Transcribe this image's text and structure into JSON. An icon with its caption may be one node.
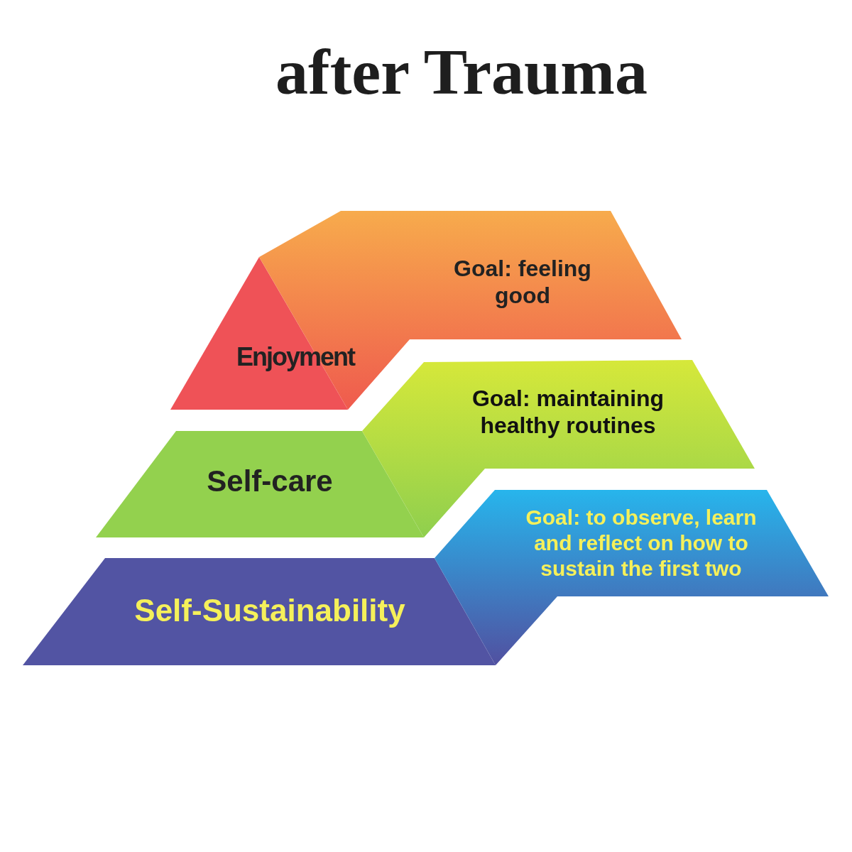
{
  "diagram": {
    "title": "after Trauma",
    "nodes": [
      {
        "text": [
          "Enjoyment"
        ]
      },
      {
        "text": [
          "Goal: feeling good"
        ]
      },
      {
        "text": [
          "Self-care"
        ]
      },
      {
        "text": [
          "Goal: maintaining healthy routines"
        ]
      },
      {
        "text": [
          "Self-Sustainability"
        ]
      },
      {
        "text": [
          "Goal: to observe, learn and reflect on how to sustain the first two"
        ]
      }
    ]
  }
}
